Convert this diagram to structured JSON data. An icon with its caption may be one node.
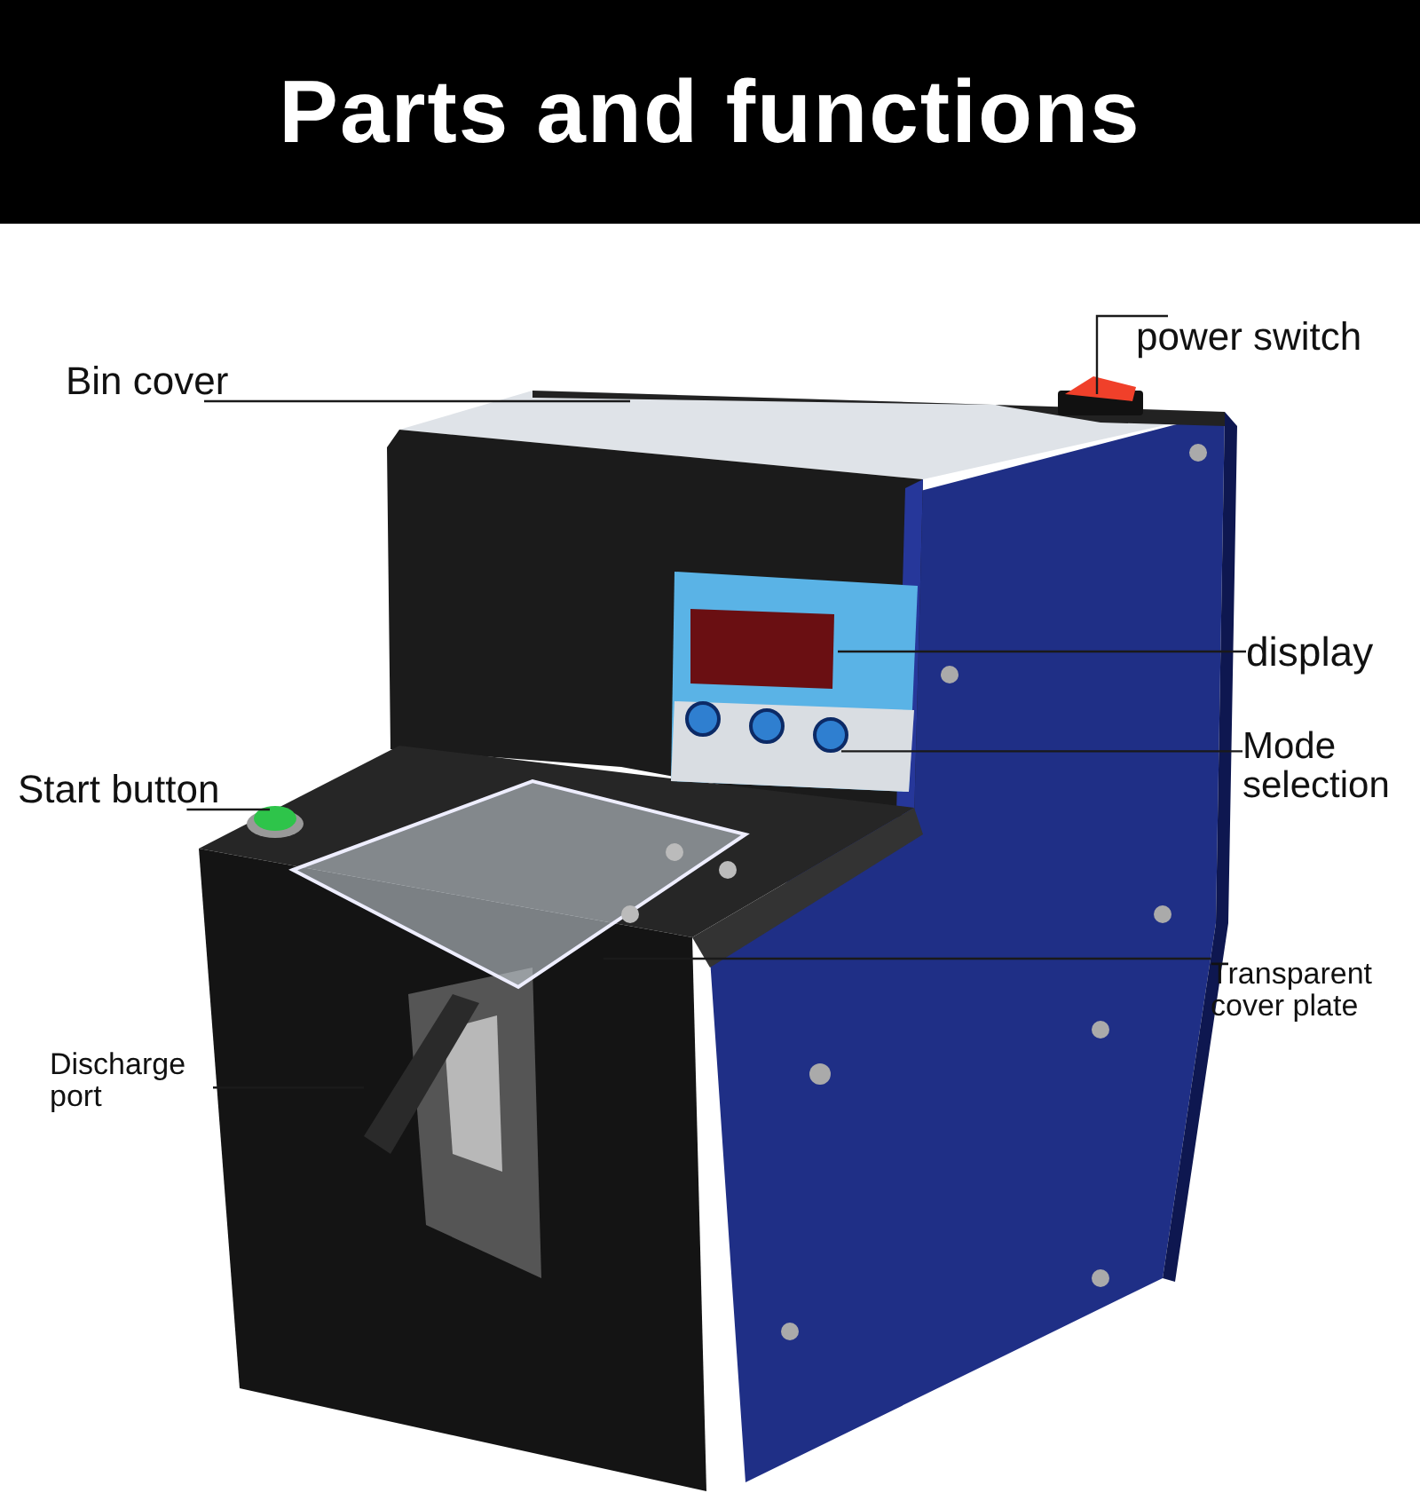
{
  "diagram": {
    "title": "Parts and functions",
    "nodes": [
      {
        "text": [
          "Bin cover"
        ]
      },
      {
        "text": [
          "power switch"
        ]
      },
      {
        "text": [
          "display"
        ]
      },
      {
        "text": [
          "Mode selection"
        ]
      },
      {
        "text": [
          "Start button"
        ]
      },
      {
        "text": [
          "Transparent cover plate"
        ]
      },
      {
        "text": [
          "Discharge port"
        ]
      }
    ],
    "edges": [
      {
        "from": 0,
        "to": null,
        "arrow": "none"
      },
      {
        "from": 1,
        "to": null,
        "arrow": "none"
      },
      {
        "from": 2,
        "to": null,
        "arrow": "none"
      },
      {
        "from": 3,
        "to": null,
        "arrow": "none"
      },
      {
        "from": 4,
        "to": null,
        "arrow": "none"
      },
      {
        "from": 5,
        "to": null,
        "arrow": "none"
      },
      {
        "from": 6,
        "to": null,
        "arrow": "none"
      }
    ]
  }
}
